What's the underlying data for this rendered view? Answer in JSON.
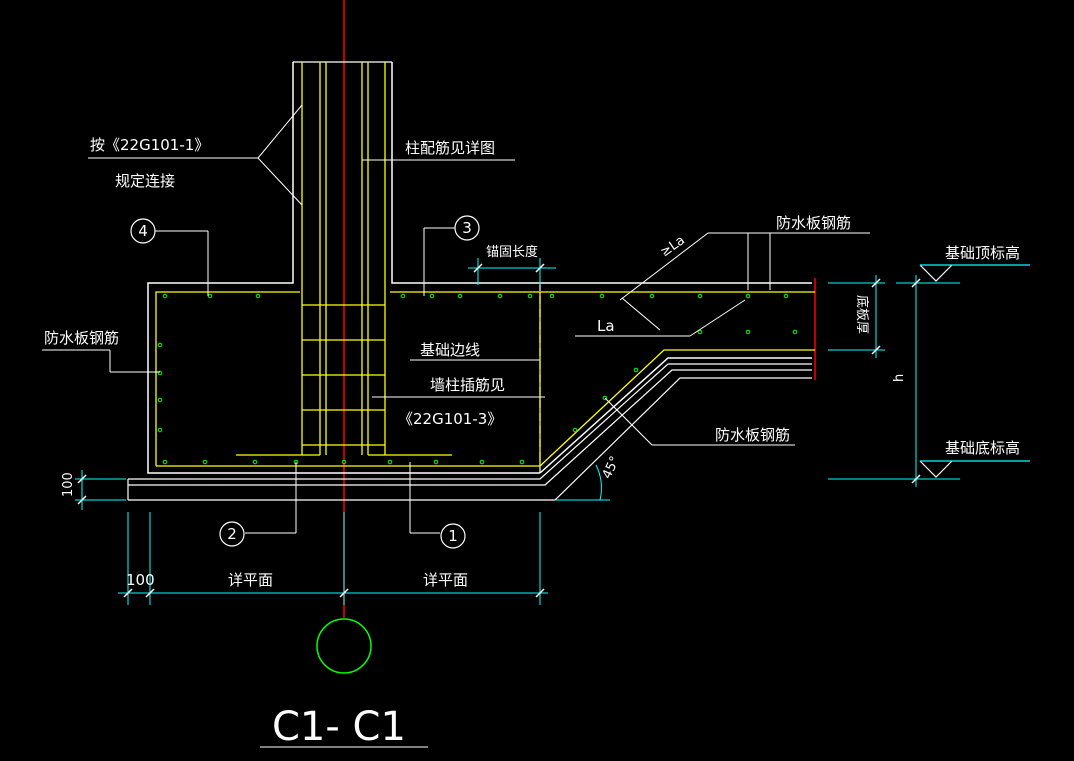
{
  "colors": {
    "background": "#000000",
    "outline": "#ffffff",
    "rebar": "#ffff00",
    "rebar_dots": "#00ff00",
    "axis": "#ff0000",
    "dimension": "#00ffff",
    "axis_bubble": "#00ff00"
  },
  "labels": {
    "splice_line1": "按《22G101-1》",
    "splice_line2": "规定连接",
    "column_rebar": "柱配筋见详图",
    "anchor_length": "锚固长度",
    "waterproof_top": "防水板钢筋",
    "waterproof_left": "防水板钢筋",
    "waterproof_slope": "防水板钢筋",
    "ge_la": "≥La",
    "la": "La",
    "slab_thickness": "底板厚",
    "foundation_top_elev": "基础顶标高",
    "foundation_bottom_elev": "基础底标高",
    "h": "h",
    "edge_line": "基础边线",
    "insert_rebar_line1": "墙柱插筋见",
    "insert_rebar_line2": "《22G101-3》",
    "angle": "45°",
    "dim_100_left": "100",
    "dim_100_bottom": "100",
    "plan_left": "详平面",
    "plan_right": "详平面",
    "section_title": "C1- C1"
  },
  "callouts": {
    "c1": "1",
    "c2": "2",
    "c3": "3",
    "c4": "4"
  }
}
